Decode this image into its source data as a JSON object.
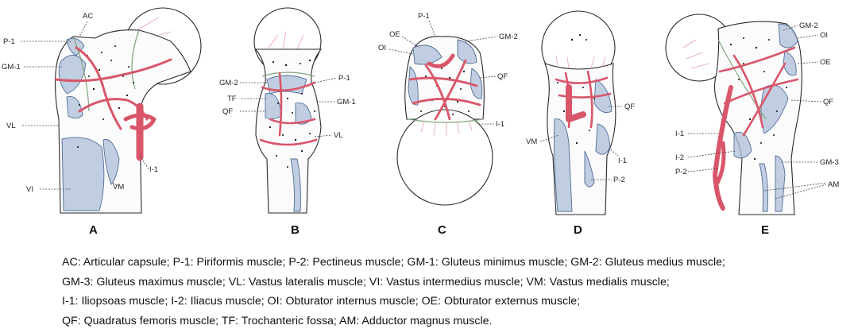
{
  "panels": [
    {
      "letter": "A",
      "labels": [
        "AC",
        "P-1",
        "GM-1",
        "VL",
        "VI",
        "I-1",
        "VM"
      ]
    },
    {
      "letter": "B",
      "labels": [
        "GM-2",
        "TF",
        "QF",
        "P-1",
        "GM-1",
        "VL"
      ]
    },
    {
      "letter": "C",
      "labels": [
        "P-1",
        "OE",
        "OI",
        "GM-2",
        "QF",
        "I-1"
      ]
    },
    {
      "letter": "D",
      "labels": [
        "QF",
        "VM",
        "I-1",
        "P-2"
      ]
    },
    {
      "letter": "E",
      "labels": [
        "GM-2",
        "OI",
        "OE",
        "QF",
        "I-1",
        "I-2",
        "P-2",
        "GM-3",
        "AM"
      ]
    }
  ],
  "legend": {
    "lines": [
      "AC: Articular capsule; P-1: Piriformis muscle; P-2: Pectineus muscle; GM-1: Gluteus minimus muscle; GM-2: Gluteus medius muscle;",
      "GM-3: Gluteus maximus muscle; VL: Vastus lateralis muscle; VI: Vastus intermedius muscle; VM: Vastus medialis muscle;",
      "I-1: Iliopsoas muscle; I-2: Iliacus muscle; OI: Obturator internus muscle; OE: Obturator externus muscle;",
      "QF: Quadratus femoris muscle; TF: Trochanteric fossa; AM: Adductor magnus muscle."
    ]
  },
  "colors": {
    "vessel": "#d9566a",
    "muscle": "#aebfd8",
    "capsule": "#7ea37c",
    "outline": "#2a2a2a"
  }
}
